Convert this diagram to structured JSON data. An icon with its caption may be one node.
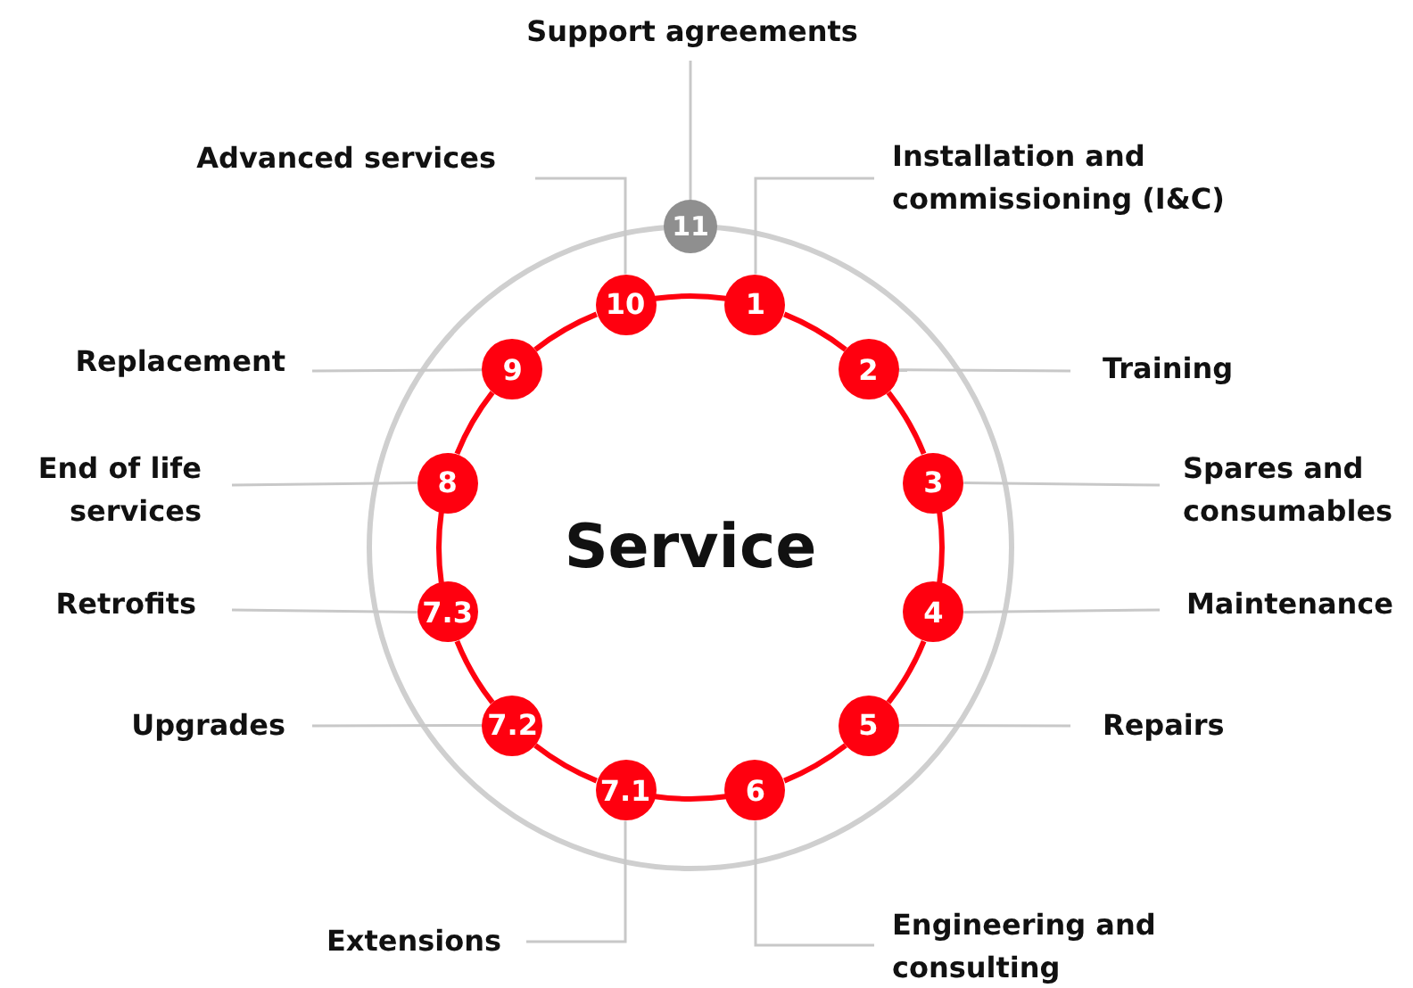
{
  "diagram": {
    "nodes": [
      {
        "text": [
          "Support agreements"
        ]
      },
      {
        "text": [
          "Advanced services"
        ]
      },
      {
        "text": [
          "Installation and commissioning (I&C)"
        ]
      },
      {
        "text": [
          "11"
        ]
      },
      {
        "text": [
          "10"
        ]
      },
      {
        "text": [
          "1"
        ]
      },
      {
        "text": [
          "Replacement"
        ]
      },
      {
        "text": [
          "9"
        ]
      },
      {
        "text": [
          "2"
        ]
      },
      {
        "text": [
          "Training"
        ]
      },
      {
        "text": [
          "End of life services"
        ]
      },
      {
        "text": [
          "8"
        ]
      },
      {
        "text": [
          "3"
        ]
      },
      {
        "text": [
          "Spares and consumables"
        ]
      },
      {
        "text": [
          "Retrofits"
        ]
      },
      {
        "text": [
          "7.3"
        ]
      },
      {
        "text": [
          "4"
        ]
      },
      {
        "text": [
          "Maintenance"
        ]
      },
      {
        "text": [
          "Upgrades"
        ]
      },
      {
        "text": [
          "7.2"
        ]
      },
      {
        "text": [
          "5"
        ]
      },
      {
        "text": [
          "Repairs"
        ]
      },
      {
        "text": [
          "7.1"
        ]
      },
      {
        "text": [
          "6"
        ]
      },
      {
        "text": [
          "Extensions"
        ]
      },
      {
        "text": [
          "Engineering and consulting"
        ]
      }
    ],
    "edges": [
      {
        "from": 0,
        "to": 3,
        "arrow": "none"
      },
      {
        "from": 1,
        "to": 4,
        "arrow": "none"
      },
      {
        "from": 2,
        "to": 5,
        "arrow": "none"
      },
      {
        "from": 6,
        "to": 7,
        "arrow": "none"
      },
      {
        "from": 9,
        "to": 8,
        "arrow": "none"
      },
      {
        "from": 10,
        "to": 11,
        "arrow": "none"
      },
      {
        "from": 13,
        "to": 12,
        "arrow": "none"
      },
      {
        "from": 14,
        "to": 15,
        "arrow": "none"
      },
      {
        "from": 17,
        "to": 16,
        "arrow": "none"
      },
      {
        "from": 18,
        "to": 19,
        "arrow": "none"
      },
      {
        "from": 21,
        "to": 20,
        "arrow": "none"
      },
      {
        "from": 24,
        "to": 22,
        "arrow": "none"
      },
      {
        "from": 25,
        "to": 23,
        "arrow": "none"
      },
      {
        "from": 5,
        "to": 8,
        "arrow": "none",
        "style": "thick",
        "color": "#ff000f"
      },
      {
        "from": 8,
        "to": 12,
        "arrow": "none",
        "style": "thick",
        "color": "#ff000f"
      },
      {
        "from": 12,
        "to": 16,
        "arrow": "none",
        "style": "thick",
        "color": "#ff000f"
      },
      {
        "from": 16,
        "to": 20,
        "arrow": "none",
        "style": "thick",
        "color": "#ff000f"
      },
      {
        "from": 20,
        "to": 23,
        "arrow": "none",
        "style": "thick",
        "color": "#ff000f"
      },
      {
        "from": 23,
        "to": 22,
        "arrow": "none",
        "style": "thick",
        "color": "#ff000f"
      },
      {
        "from": 22,
        "to": 19,
        "arrow": "none",
        "style": "thick",
        "color": "#ff000f"
      },
      {
        "from": 19,
        "to": 15,
        "arrow": "none",
        "style": "thick",
        "color": "#ff000f"
      },
      {
        "from": 15,
        "to": 11,
        "arrow": "none",
        "style": "thick",
        "color": "#ff000f"
      },
      {
        "from": 11,
        "to": 7,
        "arrow": "none",
        "style": "thick",
        "color": "#ff000f"
      },
      {
        "from": 7,
        "to": 4,
        "arrow": "none",
        "style": "thick",
        "color": "#ff000f"
      },
      {
        "from": 4,
        "to": 5,
        "arrow": "none",
        "style": "thick",
        "color": "#ff000f"
      }
    ],
    "labels": [
      "Service"
    ]
  }
}
